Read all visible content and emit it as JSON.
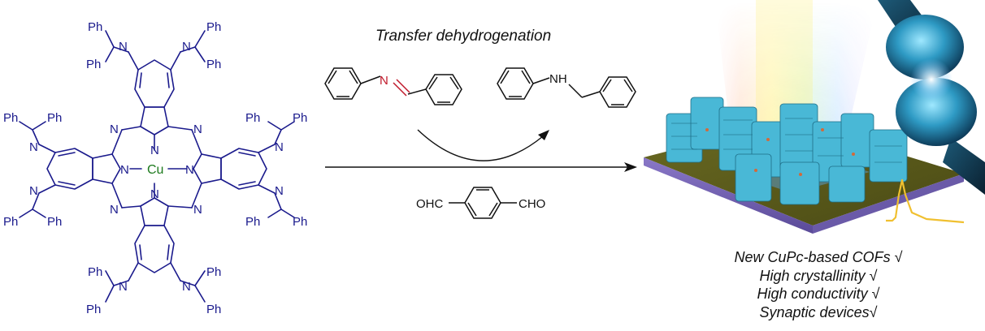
{
  "reaction_title": "Transfer dehydrogenation",
  "atoms": {
    "metal": "Cu",
    "nitrogen": "N",
    "phenyl": "Ph",
    "amine": "NH",
    "aldehyde_left": "OHC",
    "aldehyde_right": "CHO"
  },
  "achievements": [
    "New CuPc-based COFs √",
    "High crystallinity √",
    "High conductivity √",
    "Synaptic devices√"
  ],
  "colors": {
    "precursor_blue": "#1a1a8c",
    "metal_green": "#1d7a1d",
    "imine_red": "#c0182a",
    "cof_cyan": "#49b8d6",
    "signal_yellow": "#f0c030"
  }
}
